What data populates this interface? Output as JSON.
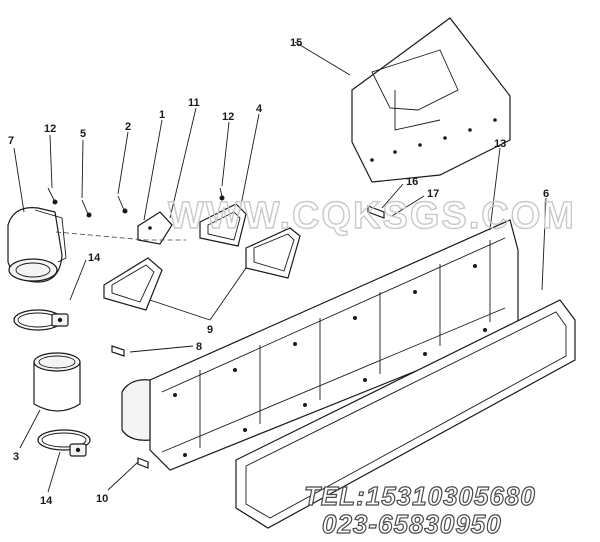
{
  "callouts": {
    "c1": "1",
    "c2": "2",
    "c3": "3",
    "c4": "4",
    "c5": "5",
    "c6": "6",
    "c7": "7",
    "c8": "8",
    "c9": "9",
    "c10": "10",
    "c11": "11",
    "c12a": "12",
    "c12b": "12",
    "c13": "13",
    "c14a": "14",
    "c14b": "14",
    "c15": "15",
    "c16": "16",
    "c17": "17"
  },
  "watermark": "WWW.CQKSGS.COM",
  "contact": {
    "tel": "TEL:15310305680",
    "phone": "023-65830950"
  },
  "colors": {
    "line": "#1a1a1a",
    "watermark": "#c9c9c9",
    "background": "#ffffff"
  }
}
